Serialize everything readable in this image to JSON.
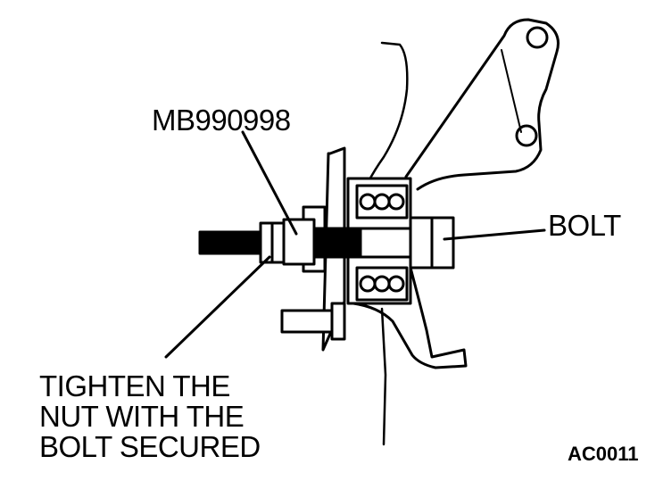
{
  "labels": {
    "tool": "MB990998",
    "bolt": "BOLT",
    "instruction": [
      "TIGHTEN THE",
      "NUT WITH THE",
      "BOLT SECURED"
    ],
    "code": "AC0011"
  },
  "colors": {
    "ink": "#000000",
    "paper": "#ffffff"
  }
}
